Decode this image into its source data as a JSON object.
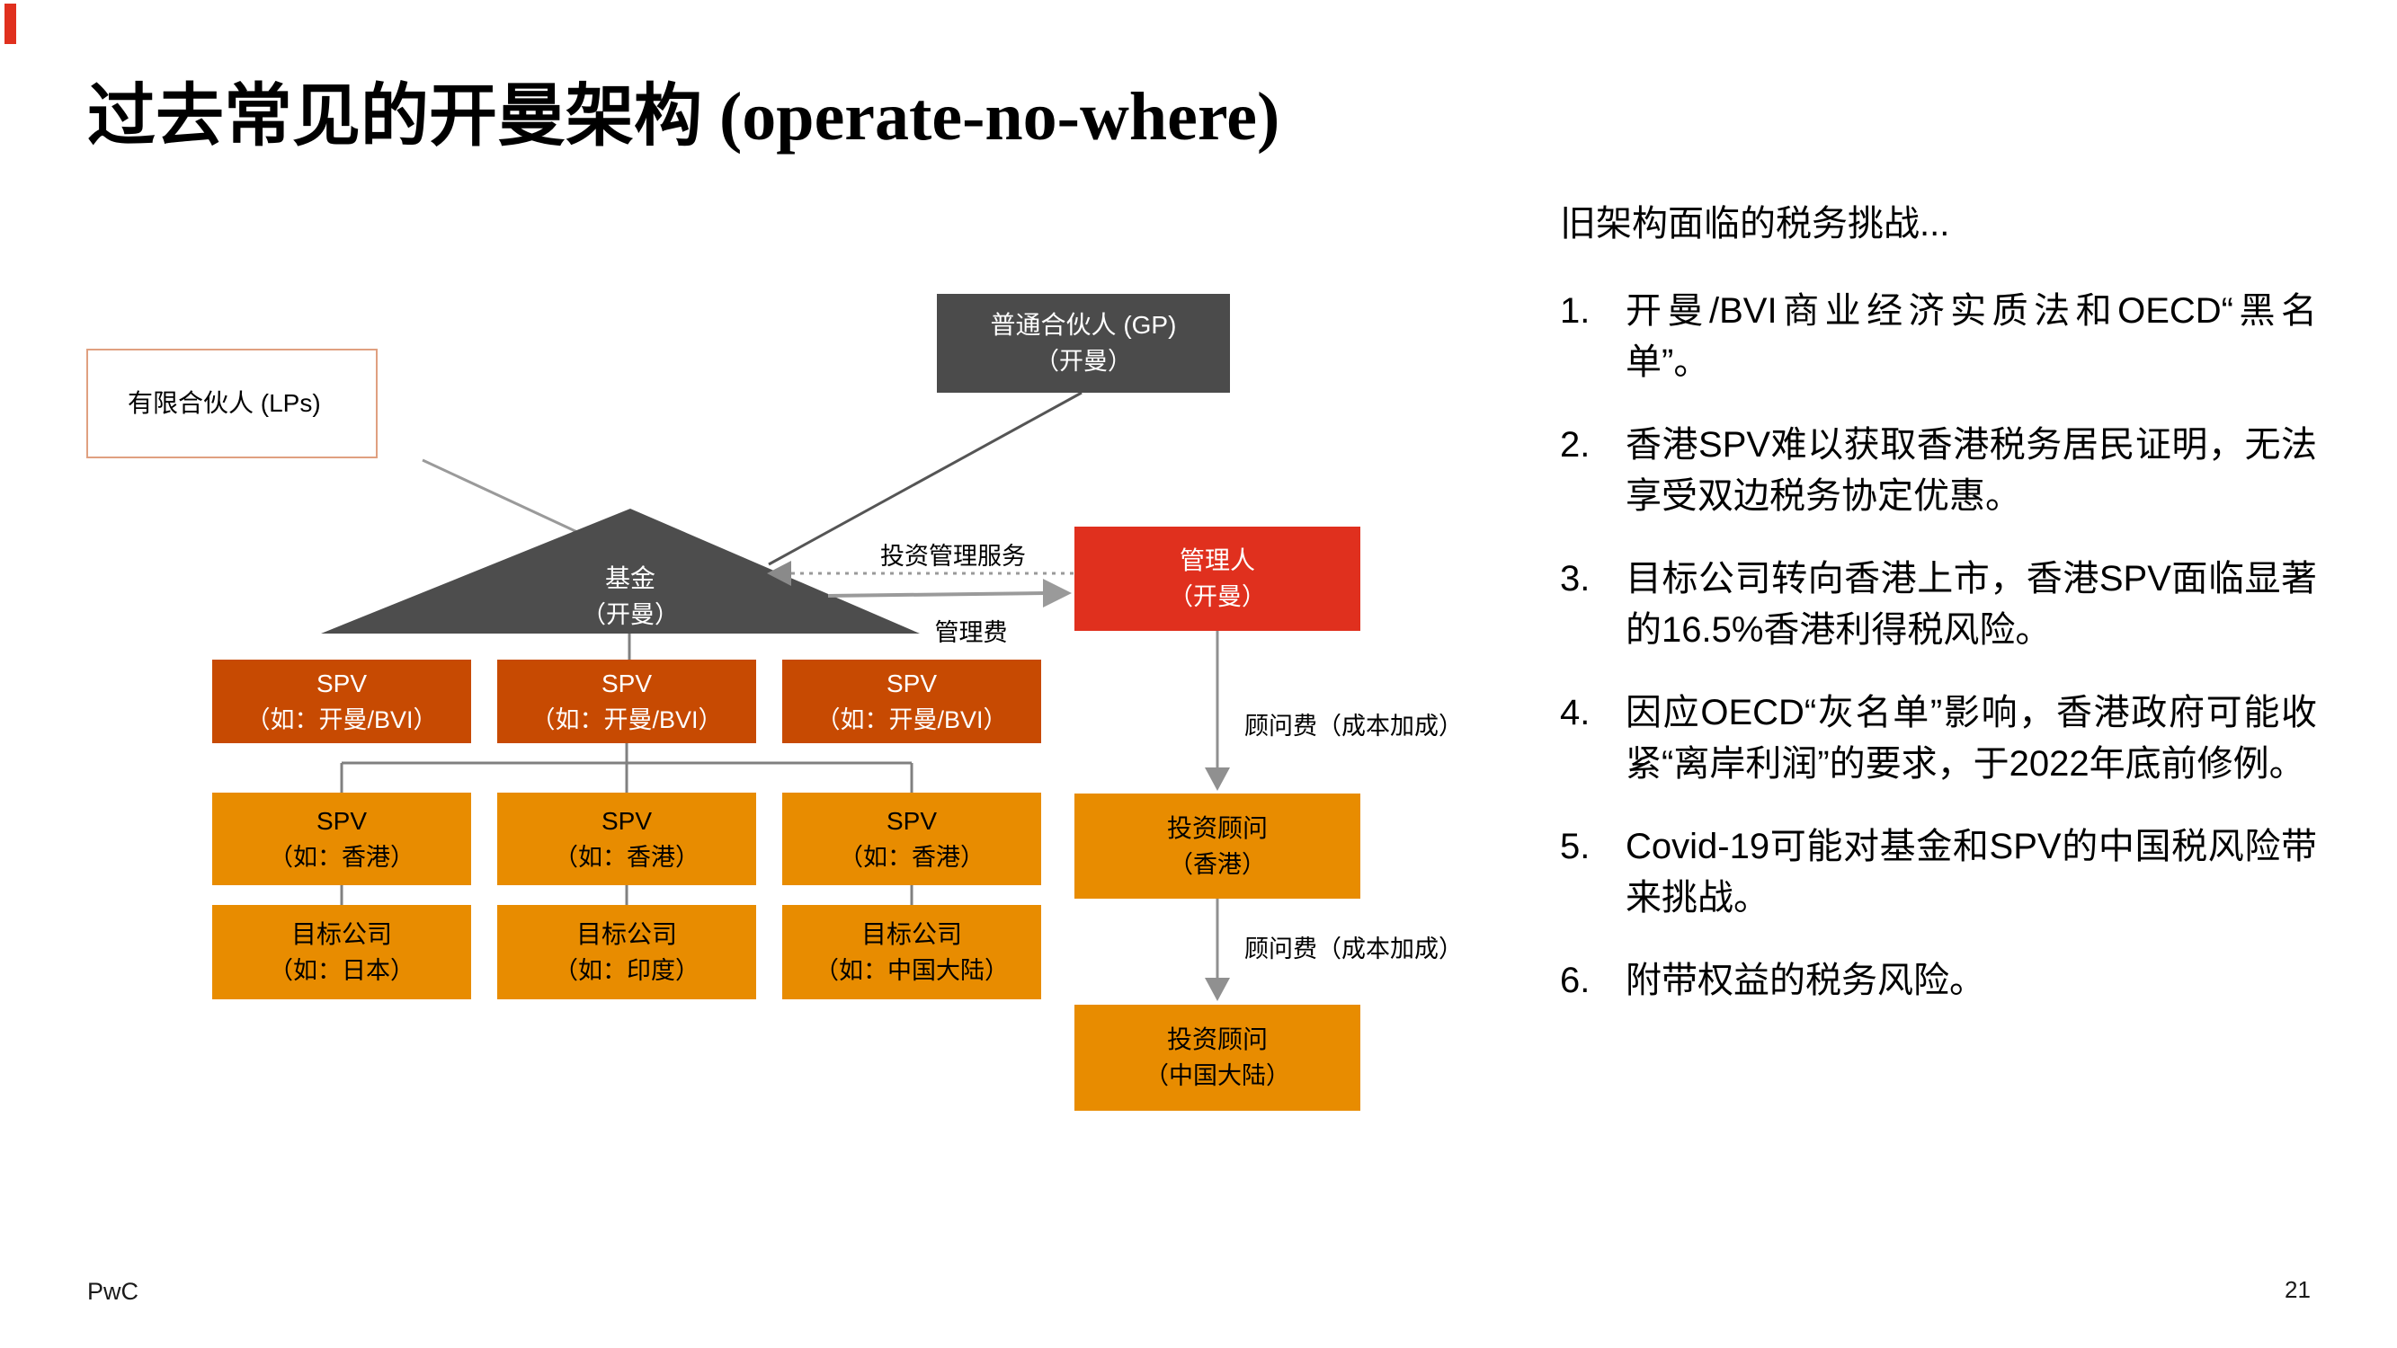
{
  "slide": {
    "title": "过去常见的开曼架构 (operate-no-where)",
    "footer_brand": "PwC",
    "page_number": "21"
  },
  "colors": {
    "pwc_red": "#E0301E",
    "dark_orange": "#C74A02",
    "tangerine": "#E88C00",
    "dark_gray": "#4B4B4B",
    "connector_gray": "#808080",
    "lps_border": "#E0A080"
  },
  "diagram": {
    "lps_box": {
      "label": "有限合伙人 (LPs)"
    },
    "gp_box": {
      "line1": "普通合伙人 (GP)",
      "line2": "（开曼）"
    },
    "fund_triangle": {
      "line1": "基金",
      "line2": "（开曼）"
    },
    "manager_box": {
      "line1": "管理人",
      "line2": "（开曼）"
    },
    "labels": {
      "investment_mgmt_service": "投资管理服务",
      "management_fee": "管理费",
      "advisory_fee_1": "顾问费（成本加成）",
      "advisory_fee_2": "顾问费（成本加成）"
    },
    "spv_row1": [
      {
        "line1": "SPV",
        "line2": "（如：开曼/BVI）"
      },
      {
        "line1": "SPV",
        "line2": "（如：开曼/BVI）"
      },
      {
        "line1": "SPV",
        "line2": "（如：开曼/BVI）"
      }
    ],
    "spv_row2": [
      {
        "line1": "SPV",
        "line2": "（如：香港）"
      },
      {
        "line1": "SPV",
        "line2": "（如：香港）"
      },
      {
        "line1": "SPV",
        "line2": "（如：香港）"
      }
    ],
    "target_row": [
      {
        "line1": "目标公司",
        "line2": "（如：日本）"
      },
      {
        "line1": "目标公司",
        "line2": "（如：印度）"
      },
      {
        "line1": "目标公司",
        "line2": "（如：中国大陆）"
      }
    ],
    "advisor_hk": {
      "line1": "投资顾问",
      "line2": "（香港）"
    },
    "advisor_cn": {
      "line1": "投资顾问",
      "line2": "（中国大陆）"
    }
  },
  "panel": {
    "heading": "旧架构面临的税务挑战...",
    "items": [
      {
        "num": "1.",
        "text": "开曼/BVI商业经济实质法和OECD“黑名单”。"
      },
      {
        "num": "2.",
        "text": "香港SPV难以获取香港税务居民证明，无法享受双边税务协定优惠。"
      },
      {
        "num": "3.",
        "text": "目标公司转向香港上市，香港SPV面临显著的16.5%香港利得税风险。"
      },
      {
        "num": "4.",
        "text": "因应OECD“灰名单”影响，香港政府可能收紧“离岸利润”的要求，于2022年底前修例。"
      },
      {
        "num": "5.",
        "text": "Covid-19可能对基金和SPV的中国税风险带来挑战。"
      },
      {
        "num": "6.",
        "text": "附带权益的税务风险。"
      }
    ]
  }
}
